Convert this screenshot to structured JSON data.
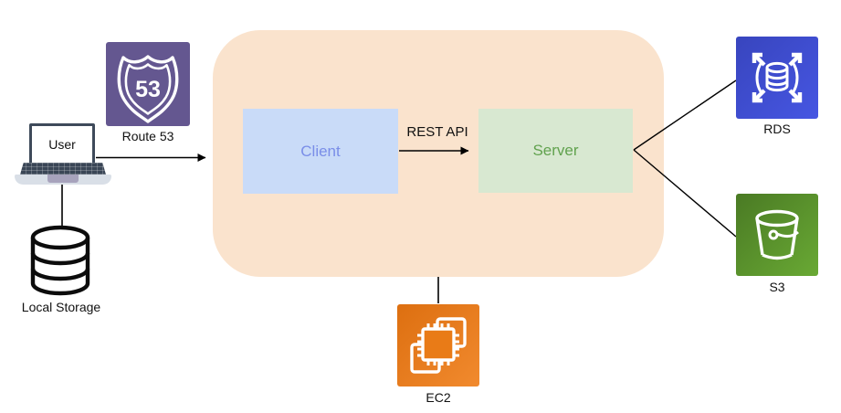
{
  "nodes": {
    "user": {
      "label": "User"
    },
    "route53": {
      "label": "Route 53",
      "shield_text": "53"
    },
    "local_storage": {
      "label": "Local Storage"
    },
    "client": {
      "label": "Client"
    },
    "server": {
      "label": "Server"
    },
    "rds": {
      "label": "RDS"
    },
    "s3": {
      "label": "S3"
    },
    "ec2": {
      "label": "EC2"
    }
  },
  "edges": {
    "client_server": {
      "label": "REST API"
    }
  },
  "palette": {
    "container_bg": "#fae3cd",
    "client_bg": "#c9dbf8",
    "client_text": "#7a8ee8",
    "server_bg": "#d8e8d1",
    "server_text": "#61a24e",
    "route53_bg": "#645790",
    "rds_bg": "#3c4ccd",
    "s3_bg": "#578c2b",
    "ec2_bg": "#e87c1c",
    "line": "#000000"
  }
}
